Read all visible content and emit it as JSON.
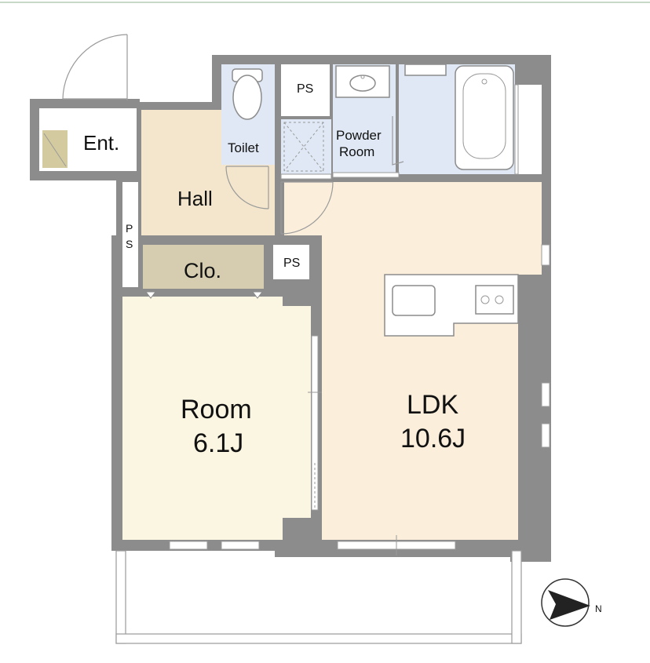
{
  "rooms": {
    "entrance": "Ent.",
    "hall": "Hall",
    "toilet": "Toilet",
    "powder_line1": "Powder",
    "powder_line2": "Room",
    "closet": "Clo.",
    "room_name": "Room",
    "room_size": "6.1J",
    "ldk_name": "LDK",
    "ldk_size": "10.6J"
  },
  "shafts": {
    "ps_top": "PS",
    "ps_side_line1": "P",
    "ps_side_line2": "S",
    "ps_mid": "PS"
  },
  "compass": {
    "north_label": "N"
  },
  "colors": {
    "wall": "#8c8c8c",
    "hall_floor": "#f3e6cc",
    "ldk_floor": "#fbefdc",
    "room_floor": "#fbf6e2",
    "closet_floor": "#d6cdb0",
    "wet_area_floor": "#dfe8f4",
    "entrance_floor": "#ffffff",
    "shoe_box": "#d4ca9f"
  }
}
